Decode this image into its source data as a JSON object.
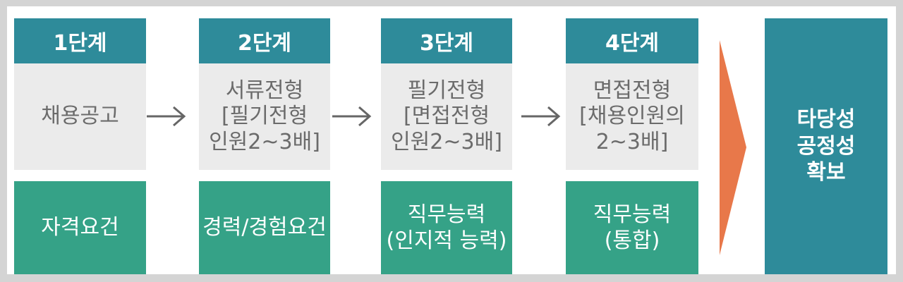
{
  "stages": [
    {
      "header": "1단계",
      "description": "채용공고",
      "requirement": "자격요건"
    },
    {
      "header": "2단계",
      "description": "서류전형\n[필기전형\n인원2~3배]",
      "requirement": "경력/경험요건"
    },
    {
      "header": "3단계",
      "description": "필기전형\n[면접전형\n인원2~3배]",
      "requirement": "직무능력\n(인지적 능력)"
    },
    {
      "header": "4단계",
      "description": "면접전형\n[채용인원의\n2~3배]",
      "requirement": "직무능력\n(통합)"
    }
  ],
  "result": {
    "text": "타당성\n공정성\n확보"
  },
  "colors": {
    "header_bg": "#2e8b9a",
    "description_bg": "#ebebeb",
    "requirement_bg": "#35a287",
    "big_arrow": "#e8784a",
    "step_arrow": "#666666"
  },
  "icons": {
    "step_arrow": "arrow-right-icon",
    "big_arrow": "chevron-arrow-icon"
  }
}
